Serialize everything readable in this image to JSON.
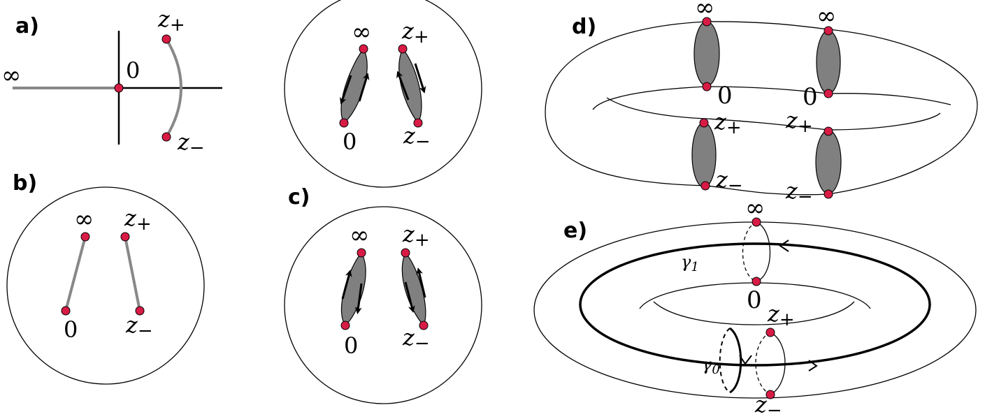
{
  "panels": {
    "a": "a)",
    "b": "b)",
    "c": "c)",
    "d": "d)",
    "e": "e)"
  },
  "symbols": {
    "infinity": "∞",
    "zero": "0",
    "z": "z",
    "plus": "+",
    "minus": "−",
    "gamma": "γ",
    "one": "1",
    "gamma0": "0"
  },
  "colors": {
    "marked_point": "#d81b45",
    "cut": "#888888",
    "fill": "#808080",
    "line": "#000000"
  }
}
